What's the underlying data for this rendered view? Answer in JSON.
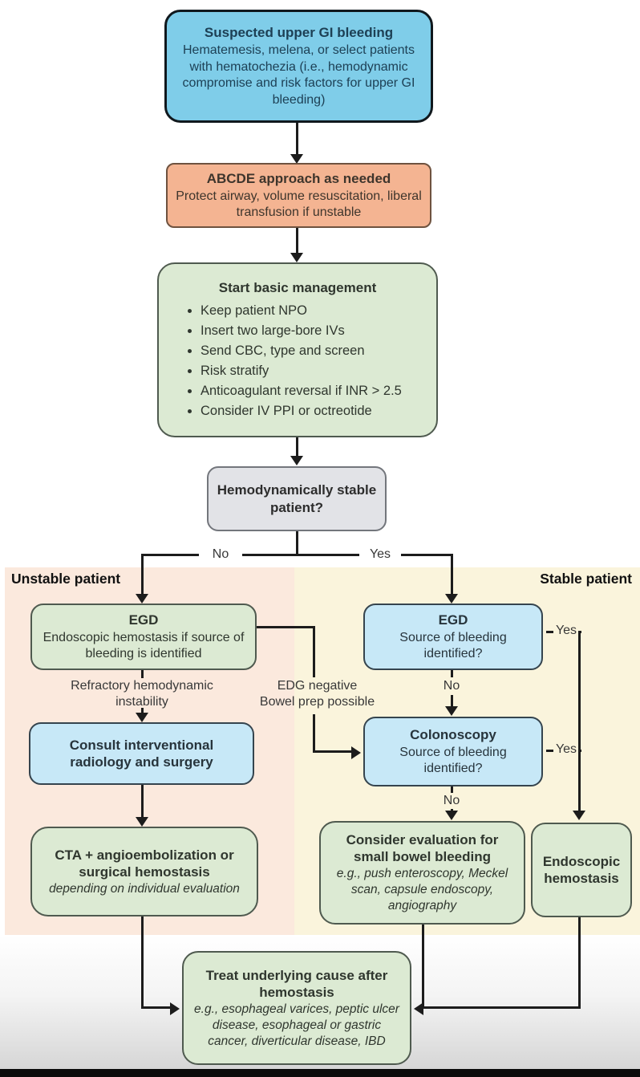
{
  "palette": {
    "top_box_fill": "#7fcde9",
    "top_box_border": "#10181d",
    "salmon_fill": "#f4b492",
    "green_fill": "#dcead3",
    "gray_fill": "#e2e3e7",
    "light_blue_fill": "#c7e8f7",
    "unstable_region_bg": "#fbe9dd",
    "stable_region_bg": "#faf4dc",
    "line_color": "#1c1c1c"
  },
  "regions": {
    "unstable": "Unstable patient",
    "stable": "Stable patient"
  },
  "nodes": {
    "suspected": {
      "title": "Suspected upper GI bleeding",
      "body": "Hematemesis, melena, or select patients with hematochezia (i.e., hemodynamic compromise and risk factors for upper GI bleeding)"
    },
    "abcde": {
      "title": "ABCDE approach as needed",
      "body": "Protect airway, volume resuscitation, liberal transfusion if unstable"
    },
    "management": {
      "title": "Start basic management",
      "bullets": [
        "Keep patient NPO",
        "Insert two large-bore IVs",
        "Send CBC, type and screen",
        "Risk stratify",
        "Anticoagulant reversal if INR > 2.5",
        "Consider IV PPI or octreotide"
      ]
    },
    "stable_question": {
      "title": "Hemodynamically stable patient?"
    },
    "egd_unstable": {
      "title": "EGD",
      "body": "Endoscopic hemostasis if source of bleeding is identified"
    },
    "consult": {
      "title": "Consult interventional radiology and surgery"
    },
    "cta": {
      "title": "CTA + angioembolization or surgical hemostasis",
      "note": "depending on individual evaluation"
    },
    "egd_stable": {
      "title": "EGD",
      "body": "Source of bleeding identified?"
    },
    "colonoscopy": {
      "title": "Colonoscopy",
      "body": "Source of bleeding identified?"
    },
    "small_bowel": {
      "title": "Consider evaluation for small bowel bleeding",
      "note": "e.g., push enteroscopy, Meckel scan, capsule endoscopy, angiography"
    },
    "endoscopic_hemostasis": {
      "title": "Endoscopic hemostasis"
    },
    "treat": {
      "title": "Treat underlying cause after hemostasis",
      "note": "e.g., esophageal varices, peptic ulcer disease, esophageal or gastric cancer, diverticular disease, IBD"
    }
  },
  "edge_labels": {
    "no": "No",
    "yes": "Yes",
    "refractory": "Refractory hemodynamic instability",
    "edg_negative": "EDG negative",
    "bowel_prep": "Bowel prep possible"
  }
}
